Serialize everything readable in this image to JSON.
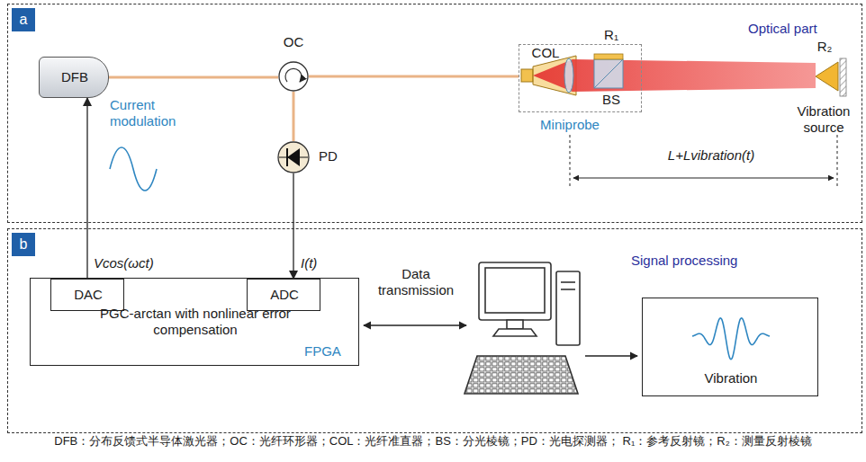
{
  "diagram": {
    "caption": "DFB：分布反馈式半导体激光器；OC：光纤环形器；COL：光纤准直器；BS：分光棱镜；PD：光电探测器； R₁：参考反射镜；R₂：测量反射棱镜",
    "nodes": [
      {
        "text": [
          "a",
          "Optical part"
        ]
      },
      {
        "text": [
          "b",
          "Signal processing"
        ]
      },
      {
        "text": [
          "DFB"
        ],
        "in": 0
      },
      {
        "text": [
          "OC"
        ],
        "in": 0
      },
      {
        "text": [
          "PD"
        ],
        "in": 0
      },
      {
        "text": [
          "Miniprobe"
        ],
        "in": 0
      },
      {
        "text": [
          "R₂",
          "Vibration source"
        ],
        "in": 0
      },
      {
        "text": [
          "PGC-arctan with nonlinear error compensation",
          "FPGA"
        ],
        "in": 1
      },
      {
        "text": [
          "DAC"
        ],
        "in": 7
      },
      {
        "text": [
          "ADC"
        ],
        "in": 7
      },
      {
        "text": [
          "Vibration"
        ],
        "in": 1
      }
    ],
    "edges": [
      {
        "from": 2,
        "to": 3,
        "arrow": "none"
      },
      {
        "from": 3,
        "to": 4,
        "arrow": "none"
      },
      {
        "from": 3,
        "to": 5,
        "arrow": "none"
      },
      {
        "from": 8,
        "to": 2,
        "arrow": "to"
      },
      {
        "from": 4,
        "to": 9,
        "arrow": "to"
      }
    ],
    "labels": [
      "COL",
      "R₁",
      "BS",
      "Current modulation",
      "L+Lvibration(t)",
      "Vcos(ωct)",
      "I(t)",
      "Data transmission"
    ]
  }
}
